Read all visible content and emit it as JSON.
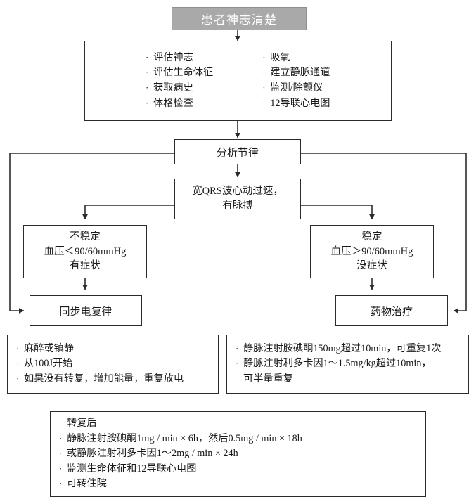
{
  "diagram": {
    "title": "患者神志清楚",
    "assessment": {
      "column_left": [
        "评估神志",
        "评估生命体征",
        "获取病史",
        "体格检查"
      ],
      "column_right": [
        "吸氧",
        "建立静脉通道",
        "监测/除颤仪",
        "12导联心电图"
      ]
    },
    "analyze": "分析节律",
    "rhythm": {
      "line1": "宽QRS波心动过速，",
      "line2": "有脉搏"
    },
    "unstable": {
      "line1": "不稳定",
      "line2": "血压＜90/60mmHg",
      "line3": "有症状"
    },
    "stable": {
      "line1": "稳定",
      "line2": "血压＞90/60mmHg",
      "line3": "没症状"
    },
    "cardioversion": "同步电复律",
    "drug_therapy": "药物治疗",
    "cardioversion_details": [
      "麻醉或镇静",
      "从100J开始",
      "如果没有转复，增加能量，重复放电"
    ],
    "drug_details": [
      "静脉注射胺碘酮150mg超过10min，可重复1次",
      "静脉注射利多卡因1～1.5mg/kg超过10min，"
    ],
    "drug_details_continuation": "可半量重复",
    "after_conversion": {
      "heading": "转复后",
      "items": [
        "静脉注射胺碘酮1mg / min × 6h，然后0.5mg / min × 18h",
        "或静脉注射利多卡因1～2mg / min × 24h",
        "监测生命体征和12导联心电图",
        "可转住院"
      ]
    },
    "bullet_glyph": "·",
    "colors": {
      "title_fill": "#a9a9a9",
      "title_text": "#ffffff",
      "stroke": "#2b2b2b",
      "box_fill": "#ffffff"
    }
  }
}
